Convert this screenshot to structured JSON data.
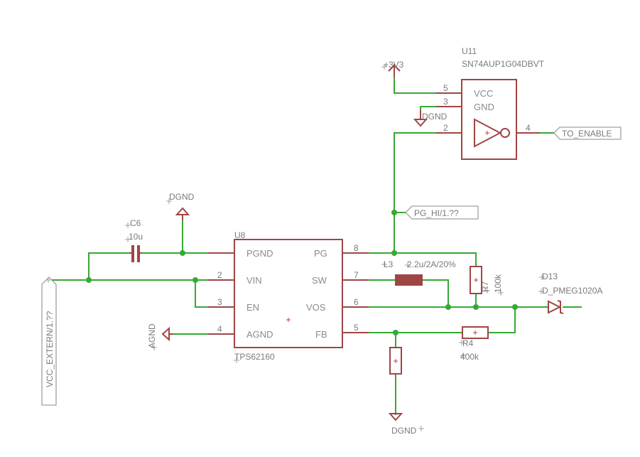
{
  "parts": {
    "u11": {
      "name": "U11",
      "value": "SN74AUP1G04DBVT",
      "pins": [
        {
          "num": "5",
          "name": "VCC"
        },
        {
          "num": "3",
          "name": "GND"
        },
        {
          "num": "2",
          "name": ""
        },
        {
          "num": "4",
          "name": ""
        }
      ]
    },
    "u8": {
      "name": "U8",
      "value": "TPS62160",
      "pins_left": [
        {
          "num": "",
          "name": "PGND"
        },
        {
          "num": "2",
          "name": "VIN"
        },
        {
          "num": "3",
          "name": "EN"
        },
        {
          "num": "4",
          "name": "AGND"
        }
      ],
      "pins_right": [
        {
          "num": "8",
          "name": "PG"
        },
        {
          "num": "7",
          "name": "SW"
        },
        {
          "num": "6",
          "name": "VOS"
        },
        {
          "num": "5",
          "name": "FB"
        }
      ]
    },
    "c6": {
      "name": "C6",
      "value": "10u"
    },
    "l3": {
      "name": "L3",
      "value": "2.2u/2A/20%"
    },
    "r7": {
      "name": "R7",
      "value": "100k"
    },
    "r4": {
      "name": "R4",
      "value": "400k"
    },
    "d13": {
      "name": "D13",
      "value": "D_PMEG1020A"
    }
  },
  "supplies": {
    "v33": "+3V3",
    "dgnd_u11": "DGND",
    "dgnd_top": "DGND",
    "dgnd_bottom": "DGND",
    "agnd": "AGND"
  },
  "net_labels": {
    "to_enable": "TO_ENABLE",
    "pg_hi": "PG_HI/1.??",
    "vcc_extern": "VCC_EXTERN/1.??"
  },
  "colors": {
    "wire": "#35a935",
    "part": "#a04545",
    "text": "#7a7a7a"
  }
}
